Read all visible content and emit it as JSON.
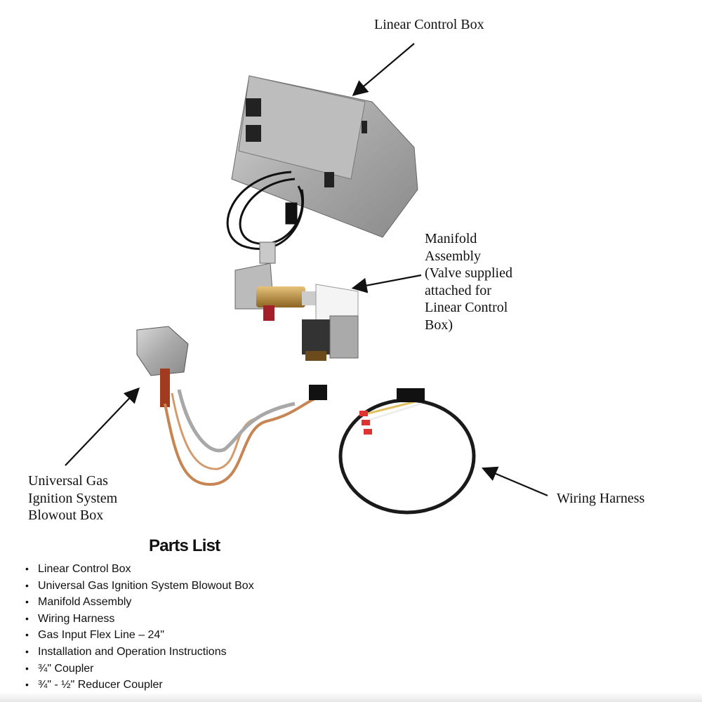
{
  "labels": {
    "linear_control_box": "Linear Control Box",
    "manifold_assembly": [
      "Manifold",
      "Assembly",
      "(Valve supplied",
      "attached for",
      "Linear Control",
      "Box)"
    ],
    "blowout_box": [
      "Universal Gas",
      "Ignition System",
      "Blowout Box"
    ],
    "wiring_harness": "Wiring Harness"
  },
  "parts_list": {
    "title": "Parts List",
    "items": [
      "Linear Control Box",
      "Universal Gas Ignition System Blowout Box",
      "Manifold Assembly",
      "Wiring Harness",
      "Gas Input Flex Line – 24\"",
      "Installation and Operation Instructions",
      "¾\" Coupler",
      "¾\" - ½\" Reducer Coupler"
    ]
  }
}
